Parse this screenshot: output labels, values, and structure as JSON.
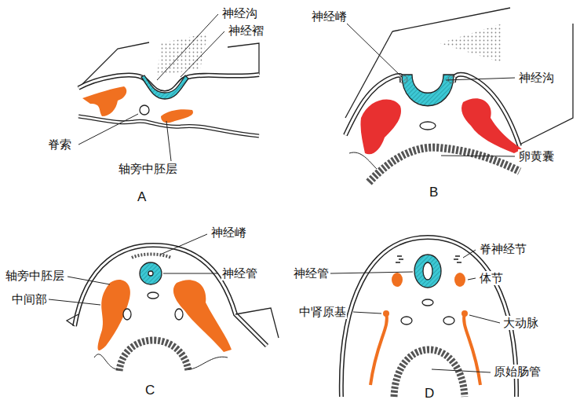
{
  "diagram": {
    "labels": [
      "神经沟",
      "神经褶",
      "脊索",
      "轴旁中胚层",
      "A",
      "神经嵴",
      "神经沟",
      "卵黄囊",
      "B",
      "神经嵴",
      "神经管",
      "轴旁中胚层",
      "中间部",
      "C",
      "神经管",
      "脊神经节",
      "体节",
      "中肾原基",
      "大动脉",
      "原始肠管",
      "D"
    ]
  }
}
